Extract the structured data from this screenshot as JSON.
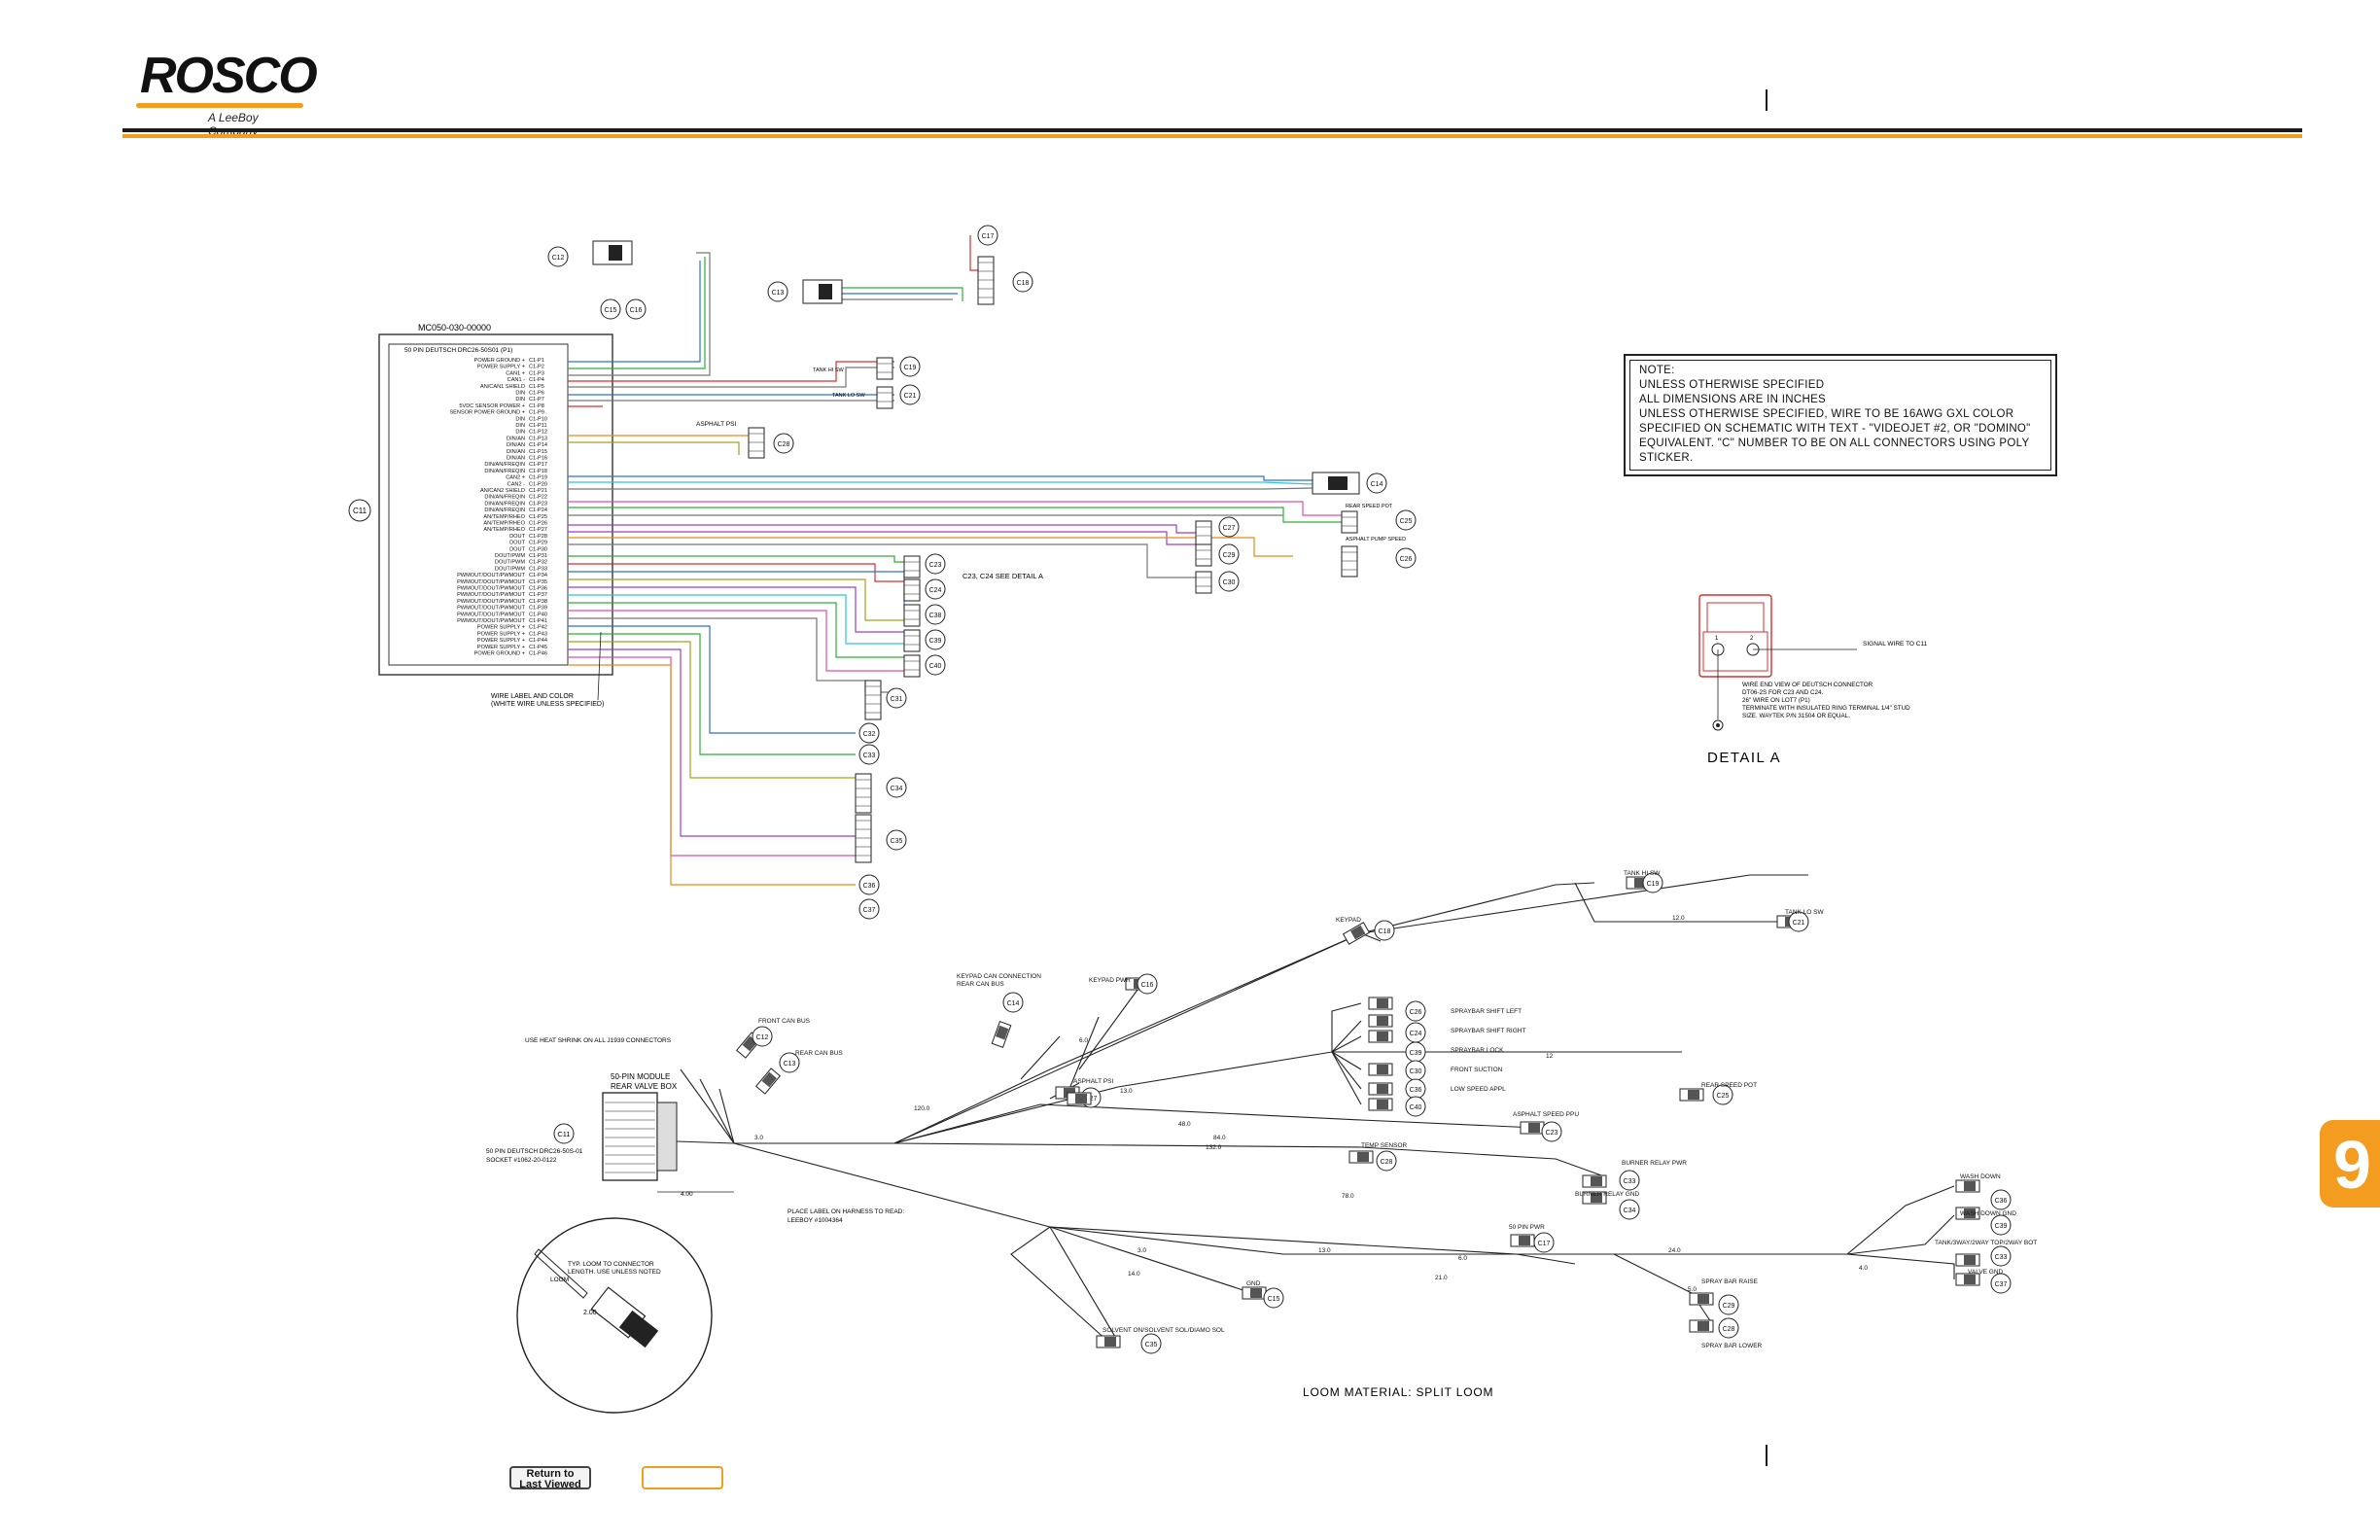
{
  "brand": {
    "logo": "ROSCO",
    "tagline": "A LeeBoy Company",
    "accent": "#f39c1f"
  },
  "tab_number": "9",
  "buttons": {
    "return_label_1": "Return to",
    "return_label_2": "Last Viewed"
  },
  "note": {
    "lines": [
      "NOTE:",
      "UNLESS OTHERWISE SPECIFIED",
      "ALL DIMENSIONS ARE IN INCHES",
      "UNLESS OTHERWISE SPECIFIED, WIRE TO BE 16AWG GXL COLOR",
      "SPECIFIED ON SCHEMATIC WITH TEXT - \"VIDEOJET #2, OR \"DOMINO\"",
      "EQUIVALENT. \"C\" NUMBER TO BE ON ALL CONNECTORS USING POLY",
      "STICKER."
    ]
  },
  "schematic": {
    "module_part": "MC050-030-00000",
    "module_connector": "50 PIN DEUTSCH DRC26-50S01 (P1)",
    "module_label": "C11",
    "pin_functions": [
      "POWER GROUND +",
      "POWER SUPPLY +",
      "CAN1 +",
      "CAN1 -",
      "AN/CAN1 SHIELD",
      "DIN",
      "DIN",
      "5VDC SENSOR POWER +",
      "SENSOR POWER GROUND +",
      "DIN",
      "DIN",
      "DIN",
      "DIN/AN",
      "DIN/AN",
      "DIN/AN",
      "DIN/AN",
      "DIN/AN/FREQIN",
      "DIN/AN/FREQIN",
      "CAN2 +",
      "CAN2 -",
      "AN/CAN2 SHIELD",
      "DIN/AN/FREQIN",
      "DIN/AN/FREQIN",
      "DIN/AN/FREQIN",
      "AN/TEMP/RHEO",
      "AN/TEMP/RHEO",
      "AN/TEMP/RHEO",
      "DOUT",
      "DOUT",
      "DOUT",
      "DOUT/PWM",
      "DOUT/PWM",
      "DOUT/PWM",
      "PWMOUT/DOUT/PWMOUT",
      "PWMOUT/DOUT/PWMOUT",
      "PWMOUT/DOUT/PWMOUT",
      "PWMOUT/DOUT/PWMOUT",
      "PWMOUT/DOUT/PWMOUT",
      "PWMOUT/DOUT/PWMOUT",
      "PWMOUT/DOUT/PWMOUT",
      "PWMOUT/DOUT/PWMOUT",
      "POWER SUPPLY +",
      "POWER SUPPLY +",
      "POWER SUPPLY +",
      "POWER SUPPLY +",
      "POWER GROUND +"
    ],
    "wire_label_note_1": "WIRE LABEL AND COLOR",
    "wire_label_note_2": "(WHITE WIRE UNLESS SPECIFIED)",
    "asphalt_psi": "ASPHALT PSI",
    "c23_c24_note": "C23, C24 SEE DETAIL A",
    "tank_hi_sw": "TANK HI SW",
    "tank_lo_sw": "TANK LO SW",
    "rear_speed_pot": "REAR SPEED POT",
    "asphalt_pump_speed": "ASPHALT PUMP SPEED",
    "connectors_top": [
      "C12",
      "C13",
      "C15",
      "C16",
      "C17",
      "C18",
      "C19",
      "C21",
      "C28",
      "C14",
      "C25",
      "C26",
      "C27",
      "C29",
      "C30",
      "C23",
      "C24",
      "C38",
      "C39",
      "C40",
      "C31",
      "C32",
      "C33",
      "C34",
      "C35",
      "C36",
      "C37"
    ]
  },
  "detail_a": {
    "title": "DETAIL A",
    "signal": "SIGNAL WIRE TO C11",
    "lines": [
      "WIRE END VIEW OF DEUTSCH CONNECTOR",
      "DT06-2S FOR C23 AND C24.",
      "26\" WIRE ON LOT7 (P1)",
      "TERMINATE WITH INSULATED RING TERMINAL 1/4\" STUD",
      "SIZE. WAYTEK P/N 31504 OR EQUAL."
    ]
  },
  "harness": {
    "module_title_1": "50-PIN MODULE",
    "module_title_2": "REAR VALVE BOX",
    "module_connector_1": "50 PIN DEUTSCH DRC26-50S-01",
    "module_connector_2": "SOCKET #1062-20-0122",
    "loom_material": "LOOM MATERIAL: SPLIT LOOM",
    "heat_shrink": "USE HEAT SHRINK ON ALL J1939 CONNECTORS",
    "front_can_bus": "FRONT CAN BUS",
    "rear_can_bus": "REAR CAN BUS",
    "keypad": "KEYPAD",
    "keypad_pwr": "KEYPAD PWR",
    "keypad_can_1": "KEYPAD CAN CONNECTION",
    "keypad_can_2": "REAR CAN BUS",
    "asphalt_psi": "ASPHALT PSI",
    "spraybar_shift_left": "SPRAYBAR SHIFT LEFT",
    "spraybar_shift_right": "SPRAYBAR SHIFT RIGHT",
    "spraybar_lock": "SPRAYBAR LOCK",
    "front_suction": "FRONT SUCTION",
    "low_speed_appl": "LOW SPEED APPL",
    "asphalt_speed_ppu": "ASPHALT SPEED PPU",
    "temp_sensor": "TEMP SENSOR",
    "burner_relay_pwr": "BURNER RELAY PWR",
    "burner_relay_gnd": "BURNER RELAY GND",
    "pin_pwr": "50 PIN PWR",
    "gnd": "GND",
    "solvent": "SOLVENT ON/SOLVENT SOL/DIAMO SOL",
    "spray_bar_raise": "SPRAY BAR RAISE",
    "spray_bar_lower": "SPRAY BAR LOWER",
    "wash_down": "WASH DOWN",
    "wash_down_gnd": "WASH DOWN GND",
    "valve_gnd": "VALVE GND",
    "tank_way": "TANK/3WAY/2WAY TOP/2WAY BOT",
    "place_label_1": "PLACE LABEL ON HARNESS TO READ:",
    "place_label_2": "LEEBOY #1004364",
    "loom_detail_1": "TYP. LOOM TO CONNECTOR",
    "loom_detail_2": "LENGTH. USE UNLESS NOTED",
    "loom": "LOOM",
    "loom_dim": "2.00",
    "dims": [
      "3.0",
      "4.00",
      "6.0",
      "120.0",
      "13.0",
      "48.0",
      "84.0",
      "132.0",
      "78.0",
      "12.0",
      "3.0",
      "13.0",
      "24.0",
      "21.0",
      "14.0",
      "5.0",
      "6.0",
      "12",
      "4.0"
    ],
    "connectors": [
      "C11",
      "C12",
      "C13",
      "C14",
      "C15",
      "C16",
      "C17",
      "C18",
      "C19",
      "C21",
      "C23",
      "C24",
      "C25",
      "C26",
      "C27",
      "C28",
      "C29",
      "C30",
      "C31",
      "C32",
      "C33",
      "C34",
      "C35",
      "C36",
      "C37",
      "C38",
      "C39",
      "C40"
    ]
  },
  "colors": {
    "wire_blue": "#2f6fd6",
    "wire_green": "#2fae3a",
    "wire_red": "#d62f2f",
    "wire_orange": "#e88a1a",
    "wire_purple": "#9b3fcf",
    "wire_cyan": "#2fc4d6",
    "wire_pink": "#e04fa0",
    "wire_olive": "#a4a21f",
    "wire_gray": "#777777"
  }
}
